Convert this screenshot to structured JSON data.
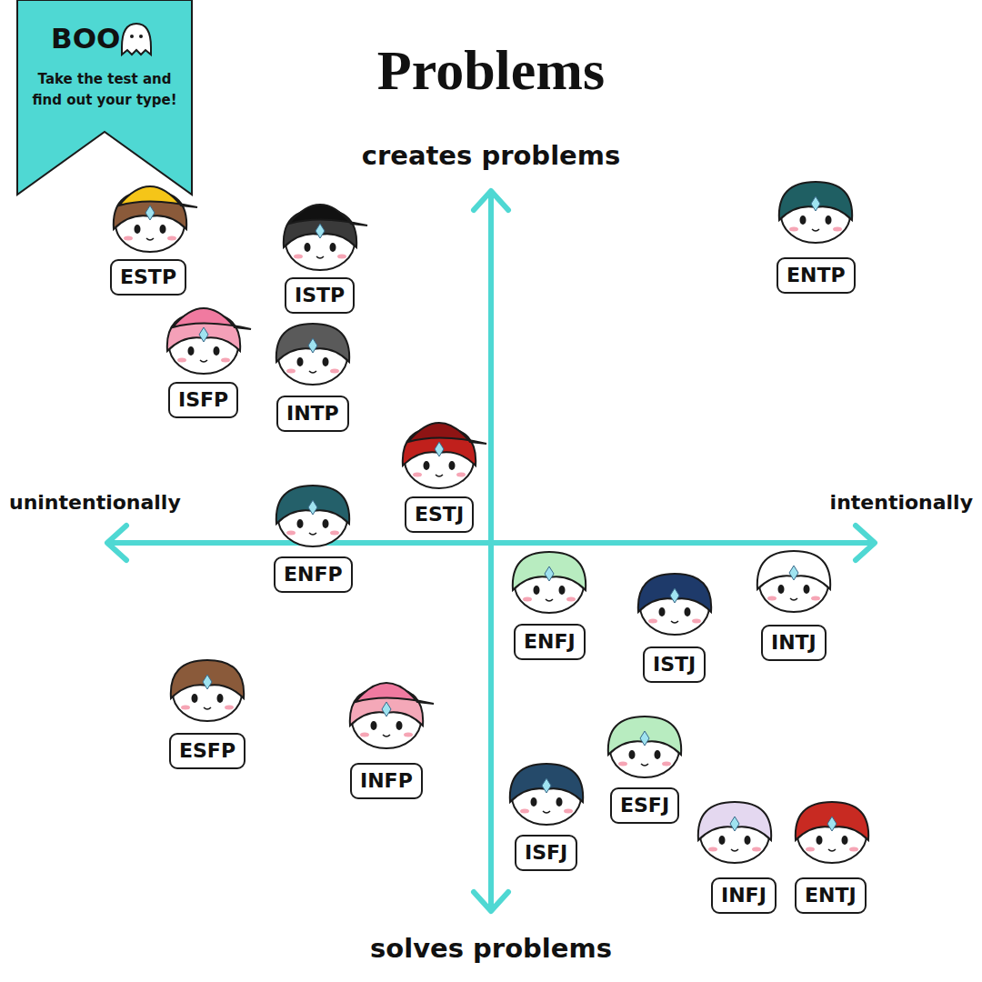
{
  "diagram": {
    "title": "Problems",
    "nodes": [
      {
        "text": [
          "BOO",
          "Take the test and find out your type!"
        ]
      },
      {
        "text": [
          "ESTP"
        ]
      },
      {
        "text": [
          "ISTP"
        ]
      },
      {
        "text": [
          "ENTP"
        ]
      },
      {
        "text": [
          "ISFP"
        ]
      },
      {
        "text": [
          "INTP"
        ]
      },
      {
        "text": [
          "ESTJ"
        ]
      },
      {
        "text": [
          "ENFP"
        ]
      },
      {
        "text": [
          "ENFJ"
        ]
      },
      {
        "text": [
          "INTJ"
        ]
      },
      {
        "text": [
          "ISTJ"
        ]
      },
      {
        "text": [
          "ESFP"
        ]
      },
      {
        "text": [
          "INFP"
        ]
      },
      {
        "text": [
          "ESFJ"
        ]
      },
      {
        "text": [
          "ISFJ"
        ]
      },
      {
        "text": [
          "INFJ"
        ]
      },
      {
        "text": [
          "ENTJ"
        ]
      }
    ],
    "labels": [
      "creates problems",
      "unintentionally",
      "intentionally",
      "solves problems"
    ]
  }
}
